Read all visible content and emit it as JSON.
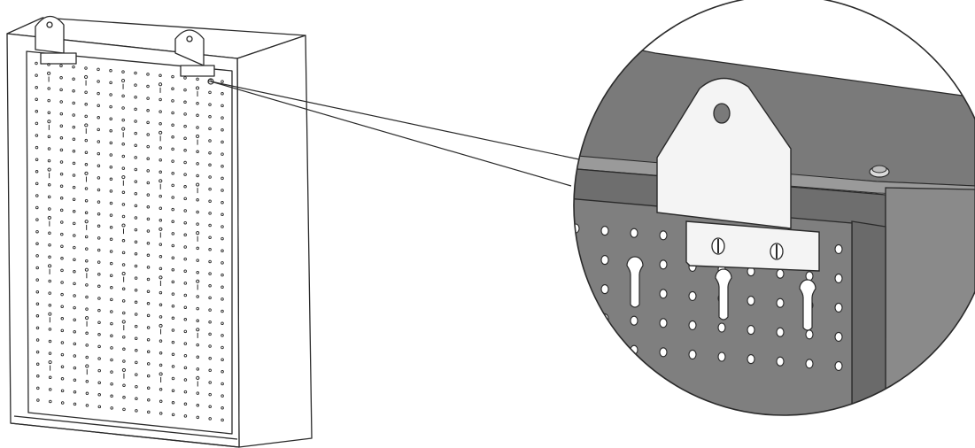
{
  "diagram": {
    "overview": {
      "component": "pegboard-cabinet",
      "pegboard_rows": 29,
      "pegboard_cols": 16,
      "mount_brackets": 2
    },
    "detail": {
      "component": "mount-bracket-closeup",
      "hole_rows": 5,
      "keyhole_slots": 3,
      "screws": 2
    },
    "colors": {
      "line": "#2a2a2a",
      "panel_gray": "#7a7a7a",
      "panel_dark": "#5f5f5f",
      "panel_light": "#9a9a9a",
      "bracket": "#f4f4f4",
      "background": "#ffffff"
    }
  }
}
